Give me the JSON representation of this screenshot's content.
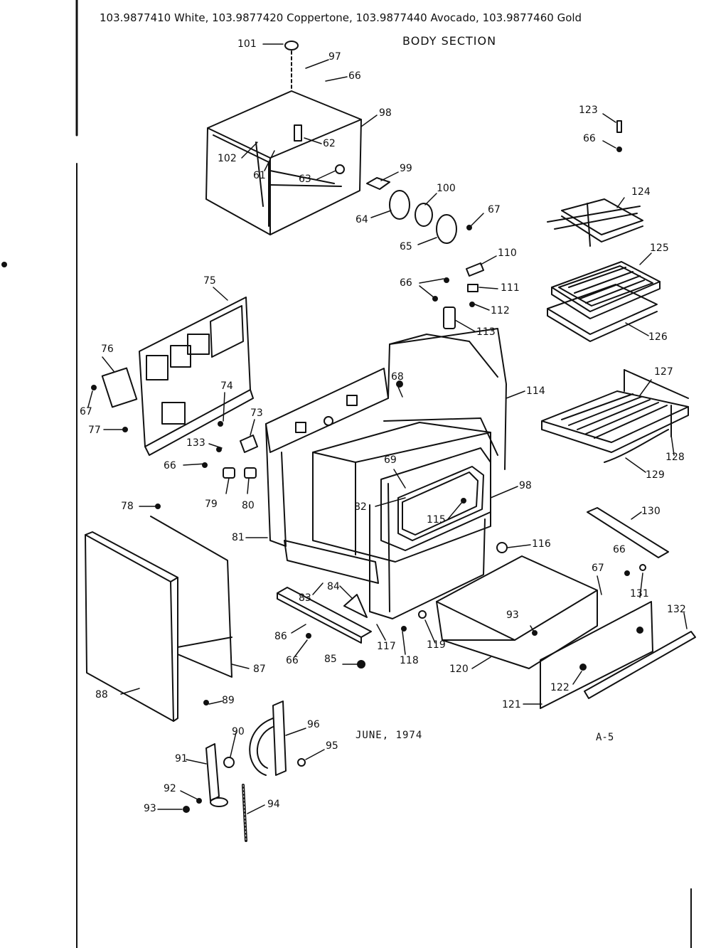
{
  "header": {
    "title_line": "103.9877410 White, 103.9877420 Coppertone, 103.9877440 Avocado, 103.9877460 Gold",
    "section": "BODY SECTION"
  },
  "footer": {
    "date": "JUNE, 1974",
    "page_code": "A-5"
  },
  "part_numbers": [
    "101",
    "97",
    "66",
    "98",
    "62",
    "102",
    "61",
    "63",
    "99",
    "100",
    "64",
    "67",
    "65",
    "123",
    "66",
    "124",
    "125",
    "110",
    "66",
    "111",
    "112",
    "113",
    "126",
    "75",
    "76",
    "67",
    "74",
    "73",
    "77",
    "133",
    "66",
    "79",
    "80",
    "68",
    "114",
    "127",
    "128",
    "129",
    "69",
    "82",
    "98",
    "115",
    "81",
    "83",
    "116",
    "130",
    "66",
    "67",
    "131",
    "78",
    "84",
    "93",
    "86",
    "66",
    "85",
    "117",
    "118",
    "119",
    "120",
    "132",
    "122",
    "121",
    "87",
    "88",
    "89",
    "90",
    "96",
    "95",
    "91",
    "92",
    "93",
    "94"
  ]
}
